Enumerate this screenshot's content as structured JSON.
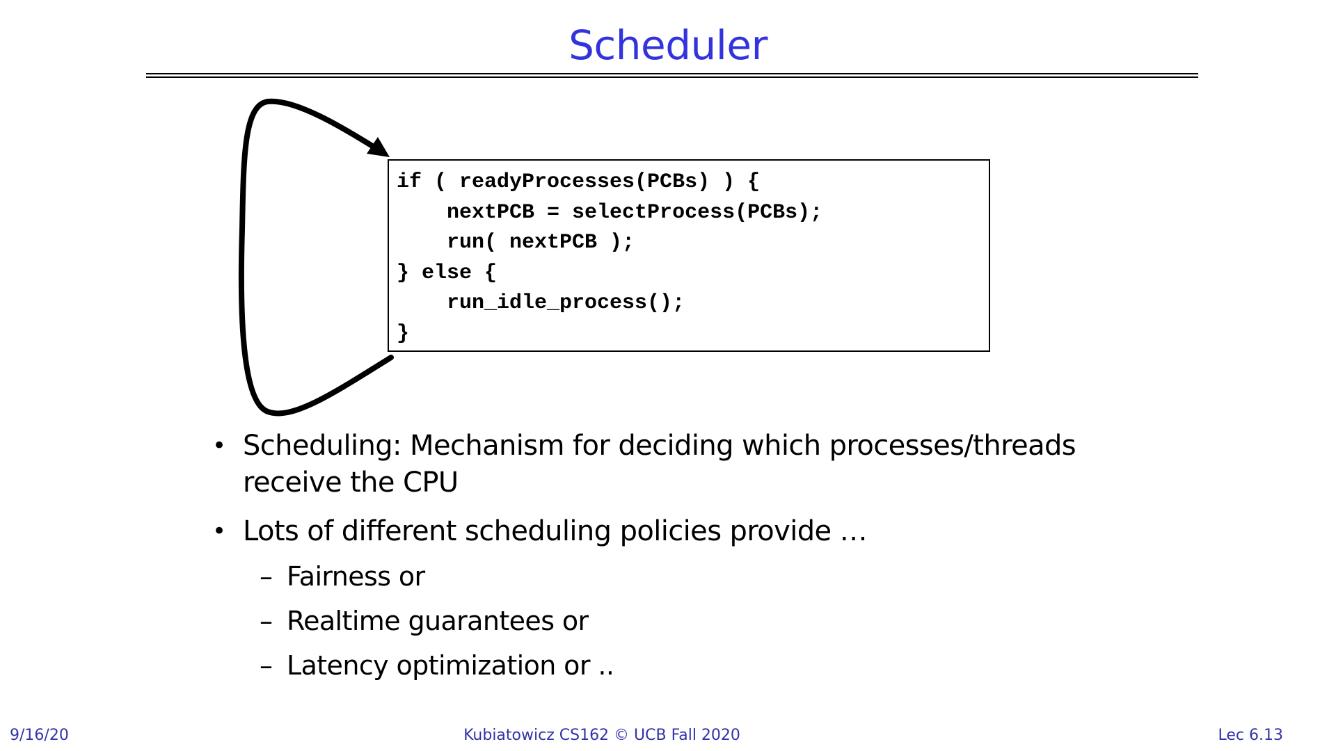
{
  "slide": {
    "title": "Scheduler",
    "code": [
      "if ( readyProcesses(PCBs) ) {",
      "    nextPCB = selectProcess(PCBs);",
      "    run( nextPCB );",
      "} else {",
      "    run_idle_process();",
      "}"
    ],
    "bullets": [
      {
        "mark": "•",
        "lines": [
          "Scheduling: Mechanism for deciding which processes/threads",
          "receive the CPU"
        ]
      },
      {
        "mark": "•",
        "lines": [
          "Lots of different scheduling policies provide …"
        ]
      }
    ],
    "subitems": [
      {
        "dash": "–",
        "text": "Fairness or"
      },
      {
        "dash": "–",
        "text": "Realtime guarantees or"
      },
      {
        "dash": "–",
        "text": "Latency optimization or .."
      }
    ]
  },
  "footer": {
    "date": "9/16/20",
    "course": "Kubiatowicz CS162 © UCB Fall 2020",
    "lecture": "Lec 6.13"
  },
  "colors": {
    "title": "#3333dd",
    "footer": "#3333aa",
    "text": "#000000"
  }
}
